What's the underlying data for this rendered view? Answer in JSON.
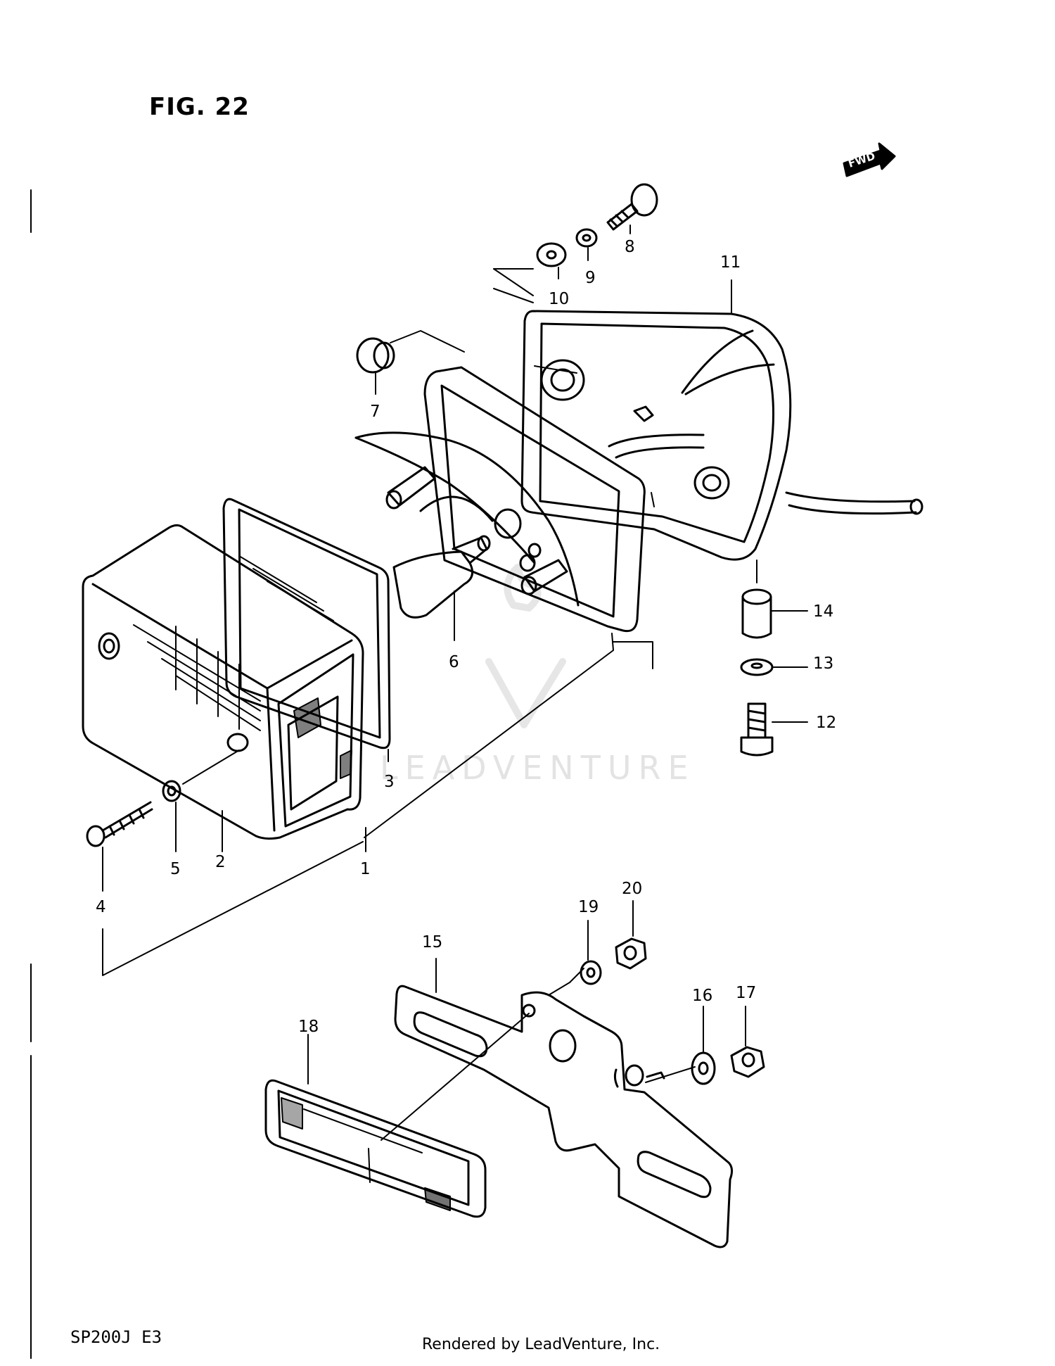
{
  "figure": {
    "title": "FIG. 22",
    "model_code": "SP200J  E3",
    "credit": "Rendered by LeadVenture, Inc.",
    "watermark": "LEADVENTURE",
    "direction_marker": "FWD"
  },
  "callouts": [
    "1",
    "2",
    "3",
    "4",
    "5",
    "6",
    "7",
    "8",
    "9",
    "10",
    "11",
    "12",
    "13",
    "14",
    "15",
    "16",
    "17",
    "18",
    "19",
    "20"
  ]
}
